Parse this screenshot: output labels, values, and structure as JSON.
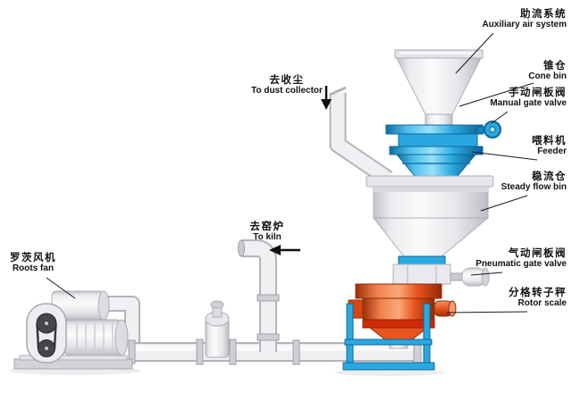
{
  "callouts": {
    "auxiliary_air_system": {
      "zh": "助流系统",
      "en": "Auxiliary air system"
    },
    "cone_bin": {
      "zh": "锥仓",
      "en": "Cone bin"
    },
    "manual_gate_valve": {
      "zh": "手动闸板阀",
      "en": "Manual gate valve"
    },
    "feeder": {
      "zh": "喂料机",
      "en": "Feeder"
    },
    "steady_flow_bin": {
      "zh": "稳流仓",
      "en": "Steady flow bin"
    },
    "pneumatic_gate_valve": {
      "zh": "气动闸板阀",
      "en": "Pneumatic gate valve"
    },
    "rotor_scale": {
      "zh": "分格转子秤",
      "en": "Rotor scale"
    },
    "to_dust_collector": {
      "zh": "去收尘",
      "en": "To dust collector"
    },
    "to_kiln": {
      "zh": "去窑炉",
      "en": "To kiln"
    },
    "roots_fan": {
      "zh": "罗茨风机",
      "en": "Roots fan"
    }
  },
  "colors": {
    "feeder_blue": "#29a8df",
    "frame_blue": "#2aa9e0",
    "scale_orange": "#e8541e",
    "scale_red": "#cf2b06",
    "equipment_gray": "#efeff2",
    "line_black": "#1a1a1a",
    "background": "#ffffff"
  }
}
